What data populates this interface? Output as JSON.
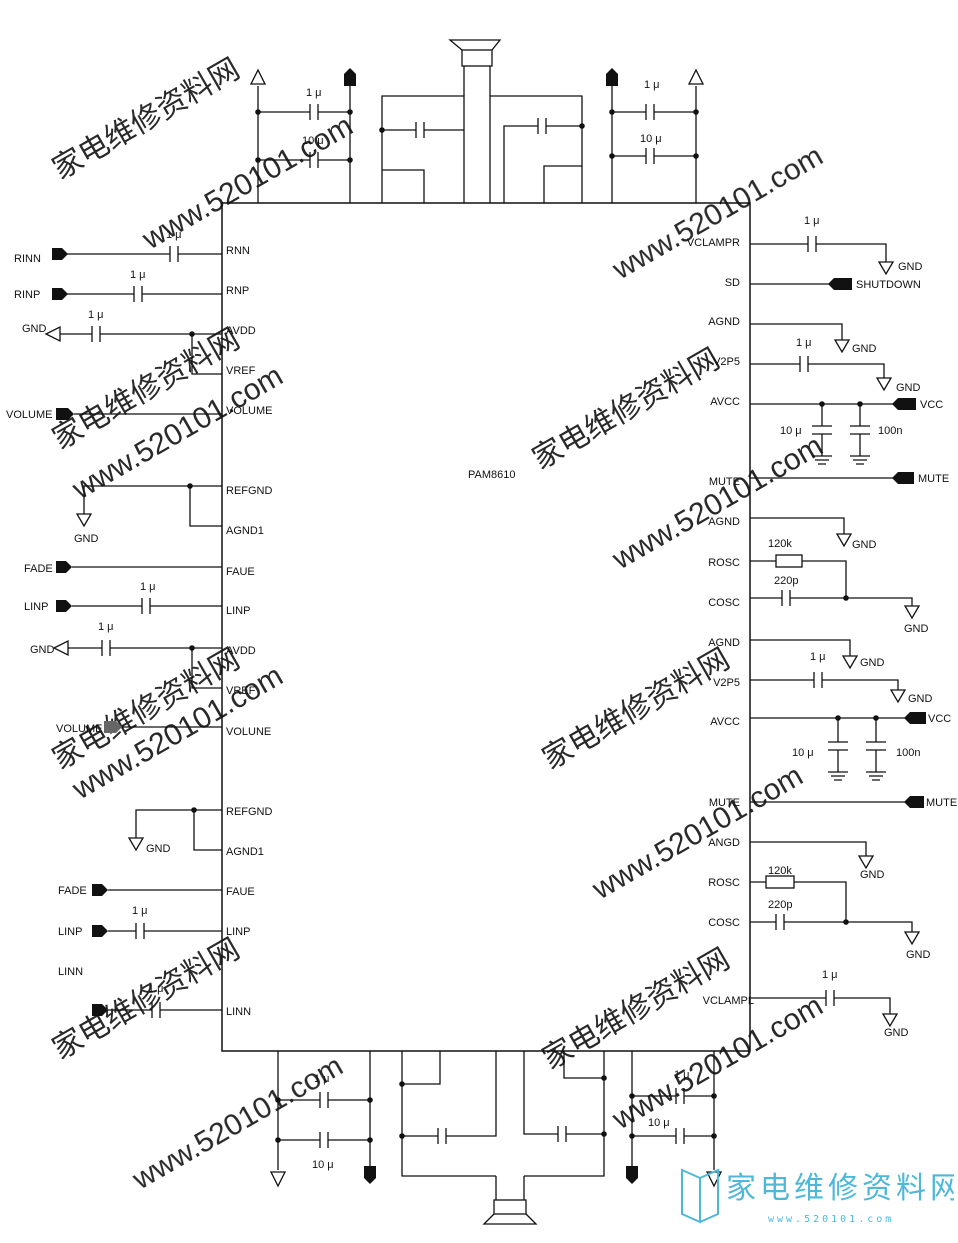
{
  "chip": {
    "name": "PAM8610"
  },
  "left_pins": [
    "RNN",
    "RNP",
    "AVDD",
    "VREF",
    "VOLUME",
    "REFGND",
    "AGND1",
    "FAUE",
    "LINP",
    "AVDD",
    "VREF",
    "VOLUNE",
    "REFGND",
    "AGND1",
    "FAUE",
    "LINP",
    "LINN"
  ],
  "right_pins": [
    "VCLAMPR",
    "SD",
    "AGND",
    "V2P5",
    "AVCC",
    "MUTE",
    "AGND",
    "ROSC",
    "COSC",
    "AGND",
    "V2P5",
    "AVCC",
    "MUTE",
    "ANGD",
    "ROSC",
    "COSC",
    "VCLAMPL"
  ],
  "left_nets": {
    "rinn": "RINN",
    "rinp": "RINP",
    "gnd1": "GND",
    "volume1": "VOLUME",
    "gnd2": "GND",
    "fade1": "FADE",
    "linp1": "LINP",
    "gnd3": "GND",
    "volume2": "VOLUME",
    "gnd4": "GND",
    "fade2": "FADE",
    "linp2": "LINP",
    "linn": "LINN"
  },
  "right_nets": {
    "gnd_vclampr": "GND",
    "shutdown": "SHUTDOWN",
    "gnd_agnd1": "GND",
    "gnd_v2p51": "GND",
    "vcc1": "VCC",
    "mute1": "MUTE",
    "gnd_agnd2": "GND",
    "gnd_osc1": "GND",
    "gnd_agnd3": "GND",
    "gnd_v2p52": "GND",
    "vcc2": "VCC",
    "mute2": "MUTE",
    "gnd_angd": "GND",
    "gnd_osc2": "GND",
    "gnd_vclampl": "GND"
  },
  "values": {
    "u1": "1 μ",
    "u10": "10 μ",
    "k120": "120k",
    "p220": "220p",
    "n100": "100n"
  },
  "watermark": {
    "site": "www.520101.com",
    "cn": "家电维修资料网",
    "logo_sub": "www.520101.com"
  }
}
